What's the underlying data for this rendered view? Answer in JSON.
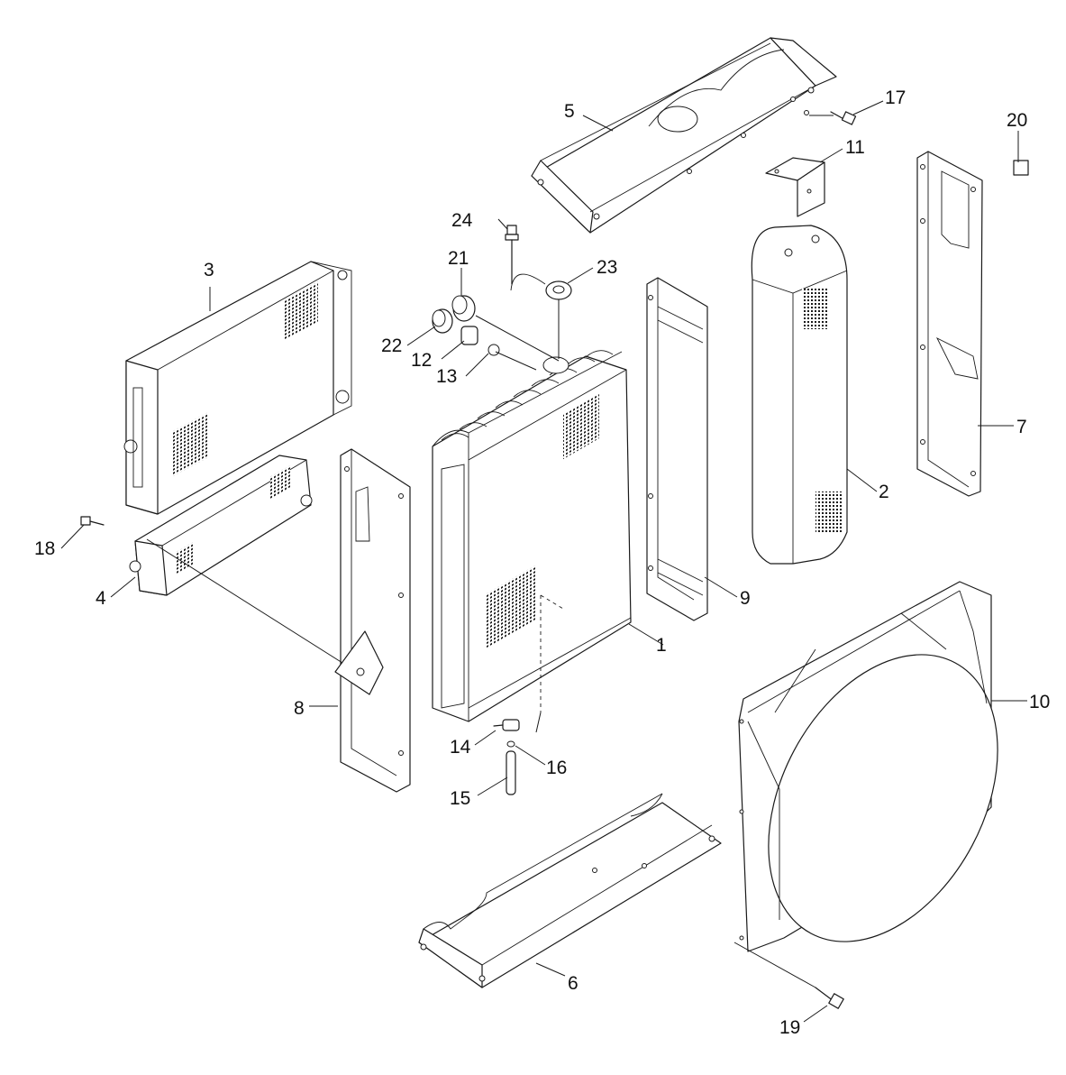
{
  "callouts": [
    {
      "id": "1",
      "text": "1"
    },
    {
      "id": "2",
      "text": "2"
    },
    {
      "id": "3",
      "text": "3"
    },
    {
      "id": "4",
      "text": "4"
    },
    {
      "id": "5",
      "text": "5"
    },
    {
      "id": "6",
      "text": "6"
    },
    {
      "id": "7",
      "text": "7"
    },
    {
      "id": "8",
      "text": "8"
    },
    {
      "id": "9",
      "text": "9"
    },
    {
      "id": "10",
      "text": "10"
    },
    {
      "id": "11",
      "text": "11"
    },
    {
      "id": "12",
      "text": "12"
    },
    {
      "id": "13",
      "text": "13"
    },
    {
      "id": "14",
      "text": "14"
    },
    {
      "id": "15",
      "text": "15"
    },
    {
      "id": "16",
      "text": "16"
    },
    {
      "id": "17",
      "text": "17"
    },
    {
      "id": "18",
      "text": "18"
    },
    {
      "id": "19",
      "text": "19"
    },
    {
      "id": "20",
      "text": "20"
    },
    {
      "id": "21",
      "text": "21"
    },
    {
      "id": "22",
      "text": "22"
    },
    {
      "id": "23",
      "text": "23"
    },
    {
      "id": "24",
      "text": "24"
    }
  ],
  "colors": {
    "line": "#1a1a1a",
    "background": "#ffffff"
  }
}
